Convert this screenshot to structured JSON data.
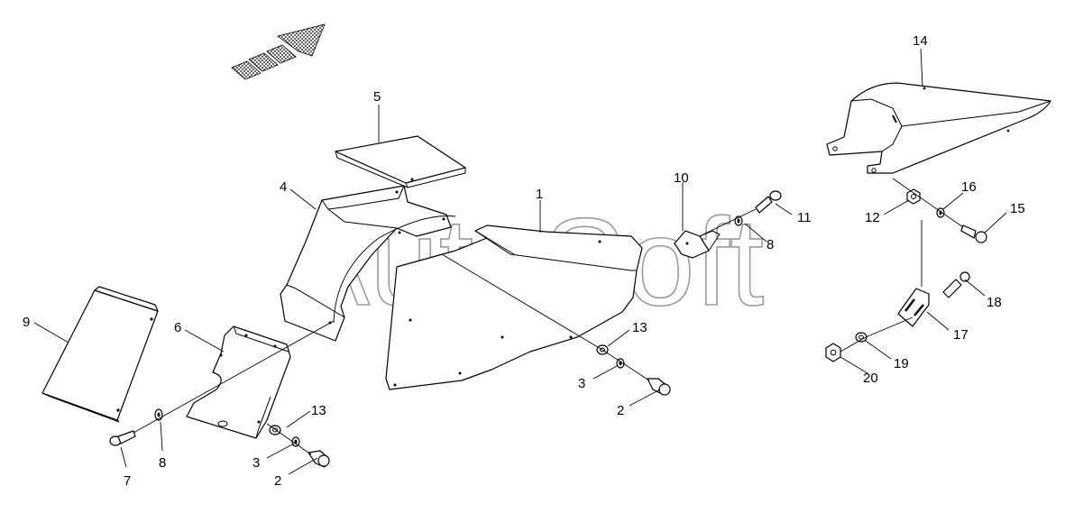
{
  "watermark": "AutoSoft",
  "callouts": {
    "c1": "1",
    "c2a": "2",
    "c2b": "2",
    "c3a": "3",
    "c3b": "3",
    "c4": "4",
    "c5": "5",
    "c6": "6",
    "c7": "7",
    "c8a": "8",
    "c8b": "8",
    "c9": "9",
    "c10": "10",
    "c11": "11",
    "c12": "12",
    "c13a": "13",
    "c13b": "13",
    "c14": "14",
    "c15": "15",
    "c16": "16",
    "c17": "17",
    "c18": "18",
    "c19": "19",
    "c20": "20"
  },
  "icons": {
    "direction": "direction-arrow-icon"
  }
}
